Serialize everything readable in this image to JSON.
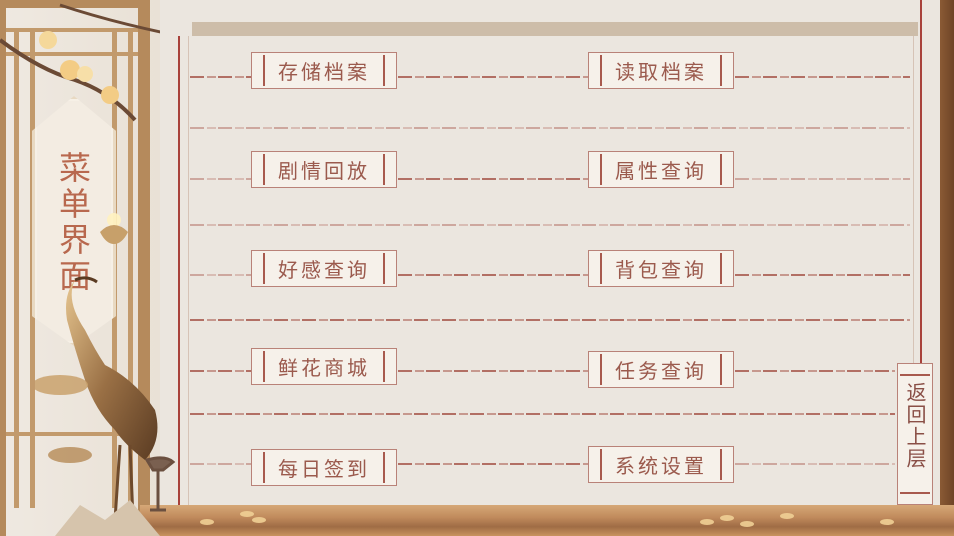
{
  "screen": {
    "title": "菜单界面",
    "colors": {
      "accent_red": "#a8413a",
      "button_text": "#9b5a4d",
      "title_text": "#b8684e",
      "paper": "#ebe6df",
      "wood": "#b58a5c"
    }
  },
  "menu": {
    "items": [
      {
        "label": "存储档案",
        "icon": "save-scroll"
      },
      {
        "label": "读取档案",
        "icon": "load-scroll"
      },
      {
        "label": "剧情回放",
        "icon": "story-replay-scroll"
      },
      {
        "label": "属性查询",
        "icon": "attributes-scroll"
      },
      {
        "label": "好感查询",
        "icon": "affection-scroll"
      },
      {
        "label": "背包查询",
        "icon": "inventory-scroll"
      },
      {
        "label": "鲜花商城",
        "icon": "flower-shop-scroll"
      },
      {
        "label": "任务查询",
        "icon": "quest-scroll"
      },
      {
        "label": "每日签到",
        "icon": "daily-checkin-scroll"
      },
      {
        "label": "系统设置",
        "icon": "settings-scroll"
      }
    ]
  },
  "back": {
    "label": "返回上层"
  },
  "decorations": [
    "plum-blossom-branch",
    "lattice-window",
    "golden-crane",
    "lotus-lamp",
    "wooden-shelf",
    "coins"
  ]
}
